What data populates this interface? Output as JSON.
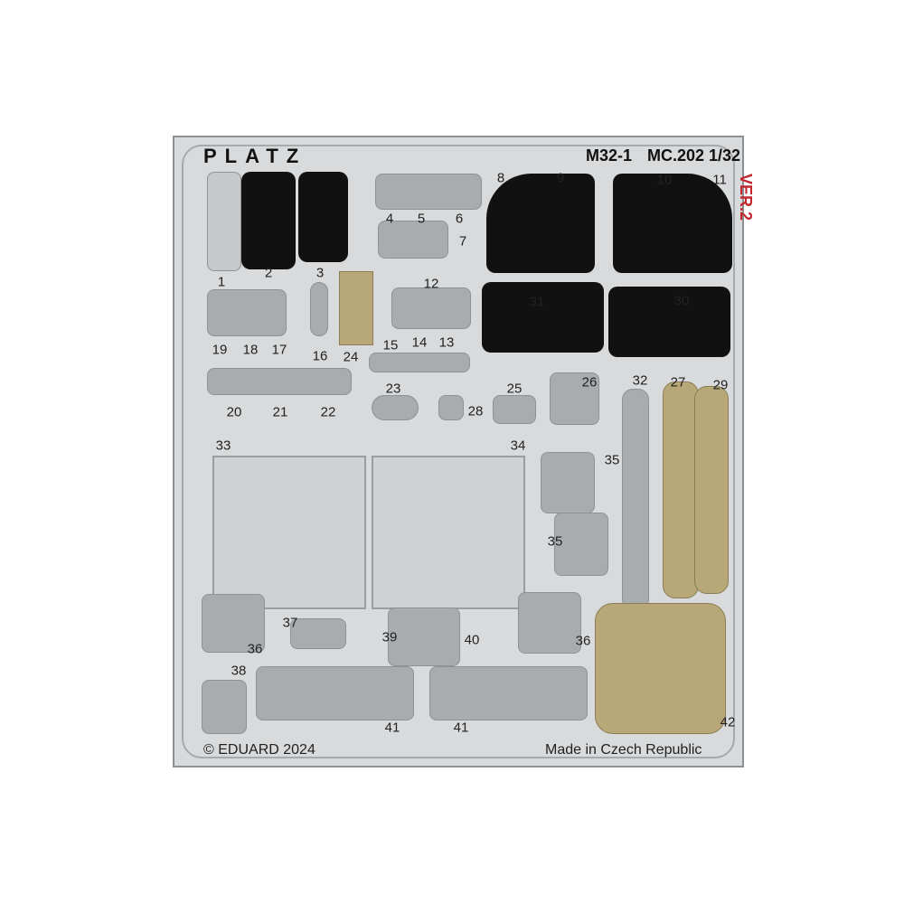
{
  "header": {
    "brand": "PLATZ",
    "code": "M32-1",
    "model": "MC.202 1/32",
    "version": "VER.2"
  },
  "footer": {
    "copyright": "© EDUARD 2024",
    "origin": "Made in Czech Republic"
  },
  "colors": {
    "fret": "#d8dadc",
    "panel": "#111111",
    "version": "#c0282d",
    "tan": "#b8a878"
  },
  "labels": [
    "1",
    "2",
    "3",
    "4",
    "5",
    "6",
    "7",
    "8",
    "9",
    "10",
    "11",
    "12",
    "13",
    "14",
    "15",
    "16",
    "17",
    "18",
    "19",
    "20",
    "21",
    "22",
    "23",
    "24",
    "25",
    "26",
    "27",
    "28",
    "29",
    "30",
    "31",
    "32",
    "33",
    "34",
    "35",
    "35",
    "36",
    "36",
    "37",
    "38",
    "39",
    "40",
    "41",
    "41",
    "42"
  ]
}
